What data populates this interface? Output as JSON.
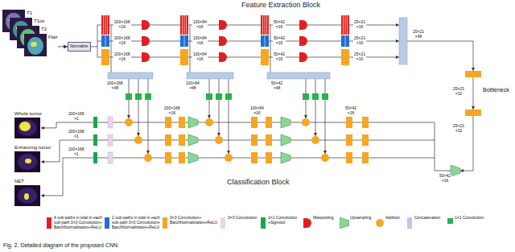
{
  "diagram": {
    "caption": "Fig. 2. Detailed diagram of the proposed CNN.",
    "nodes": [
      {
        "text": [
          "T1"
        ]
      },
      {
        "text": [
          "T1ce"
        ]
      },
      {
        "text": [
          "T2"
        ]
      },
      {
        "text": [
          "Flair"
        ]
      },
      {
        "text": [
          "Normalize"
        ]
      },
      {
        "text": [
          "Whole tumor"
        ]
      },
      {
        "text": [
          "Enhancing tumor"
        ]
      },
      {
        "text": [
          "NET"
        ]
      }
    ],
    "edges": [
      {
        "from": 3,
        "to": 4,
        "arrow": "to"
      }
    ],
    "labels": [
      "Feature Extraction Block",
      "Classification Block",
      "200×168 ×16",
      "200×168 ×16",
      "200×168 ×16",
      "100×84 ×16",
      "100×84 ×16",
      "100×84 ×16",
      "50×42 ×16",
      "50×42 ×16",
      "50×42 ×16",
      "25×21 ×16",
      "25×21 ×16",
      "25×21 ×16",
      "25×21 ×48",
      "200×168 ×48",
      "100×84 ×48",
      "50×42 ×48",
      "Bottleneck",
      "25×21 ×32",
      "25×21 ×32",
      "50×42 ×16",
      "50×42 ×16",
      "100×84 ×16",
      "200×168 ×16",
      "200×168 ×1",
      "200×168 ×1",
      "200×168 ×1"
    ],
    "legend": [
      {
        "text": "4 sub-paths in total in each sub-path 3×3 Convolution+ BatchNormalization+ReLU",
        "color": "#e02020"
      },
      {
        "text": "2 sub-paths in total in each sub-path 3×3 Convolution+ BatchNormalization+ReLU",
        "color": "#1f6fd1"
      },
      {
        "text": "3×3 Convolution+ BatchNormalization+ReLU",
        "color": "#f5a623"
      },
      {
        "text": "3×3 Convolution",
        "color": "#ead5e8"
      },
      {
        "text": "1×1 Convolution +Sigmoid",
        "color": "#1aa64a"
      },
      {
        "text": "Maxpooling"
      },
      {
        "text": "Upsampling"
      },
      {
        "text": "Addition"
      },
      {
        "text": "Concatenation",
        "color": "#b9cbe4"
      },
      {
        "text": "1×1 Convolution",
        "color": "#2bb24c"
      }
    ]
  }
}
